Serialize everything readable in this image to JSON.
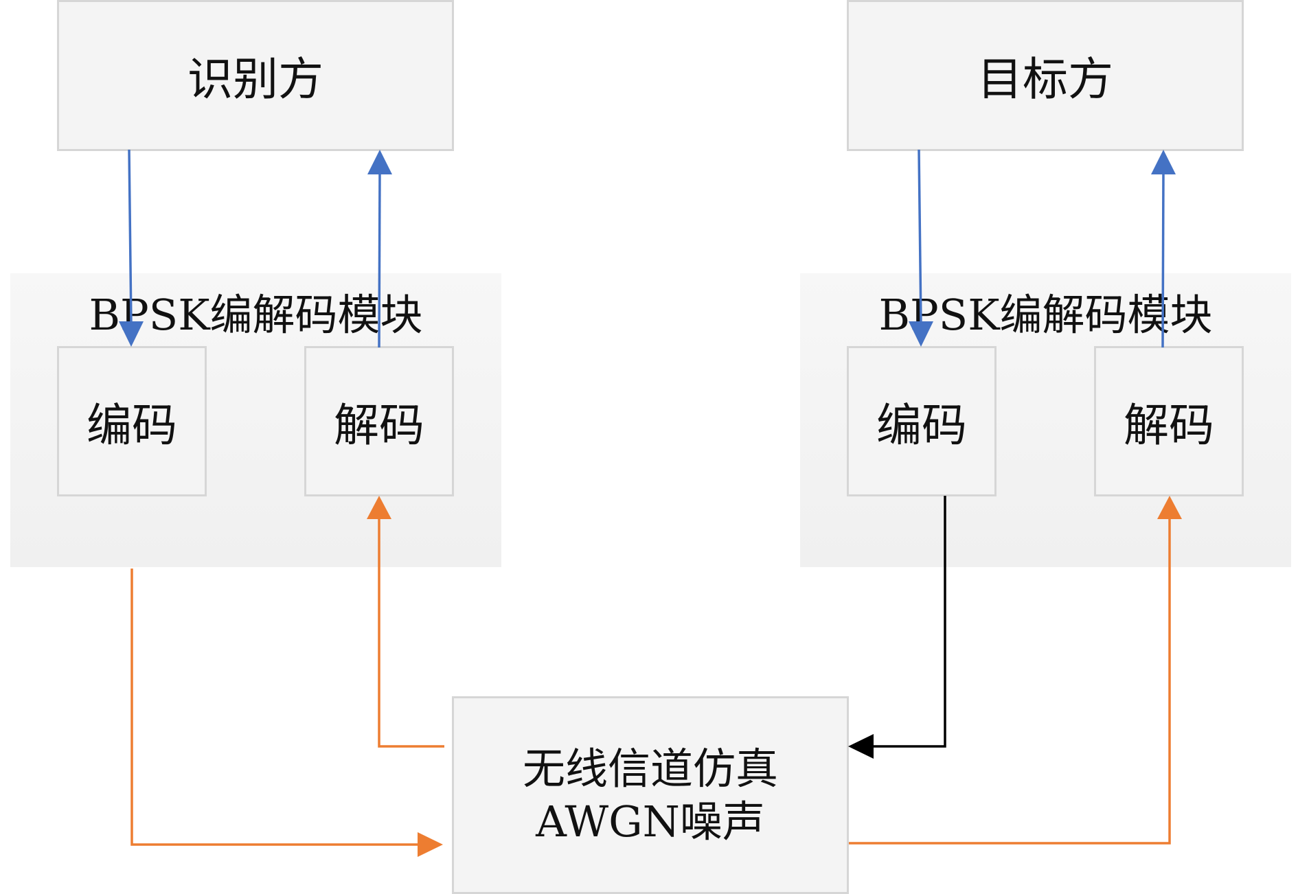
{
  "nodes": {
    "identifier": {
      "label": "识别方"
    },
    "target": {
      "label": "目标方"
    },
    "left_module": {
      "title": "BPSK编解码模块",
      "encoder": "编码",
      "decoder": "解码"
    },
    "right_module": {
      "title": "BPSK编解码模块",
      "encoder": "编码",
      "decoder": "解码"
    },
    "channel": {
      "line1": "无线信道仿真",
      "line2": "AWGN噪声"
    }
  },
  "colors": {
    "blue_arrow": "#4472c4",
    "orange_arrow": "#ed7d31",
    "black_arrow": "#000000",
    "box_fill": "#f4f4f4",
    "box_border": "#d6d6d6"
  }
}
